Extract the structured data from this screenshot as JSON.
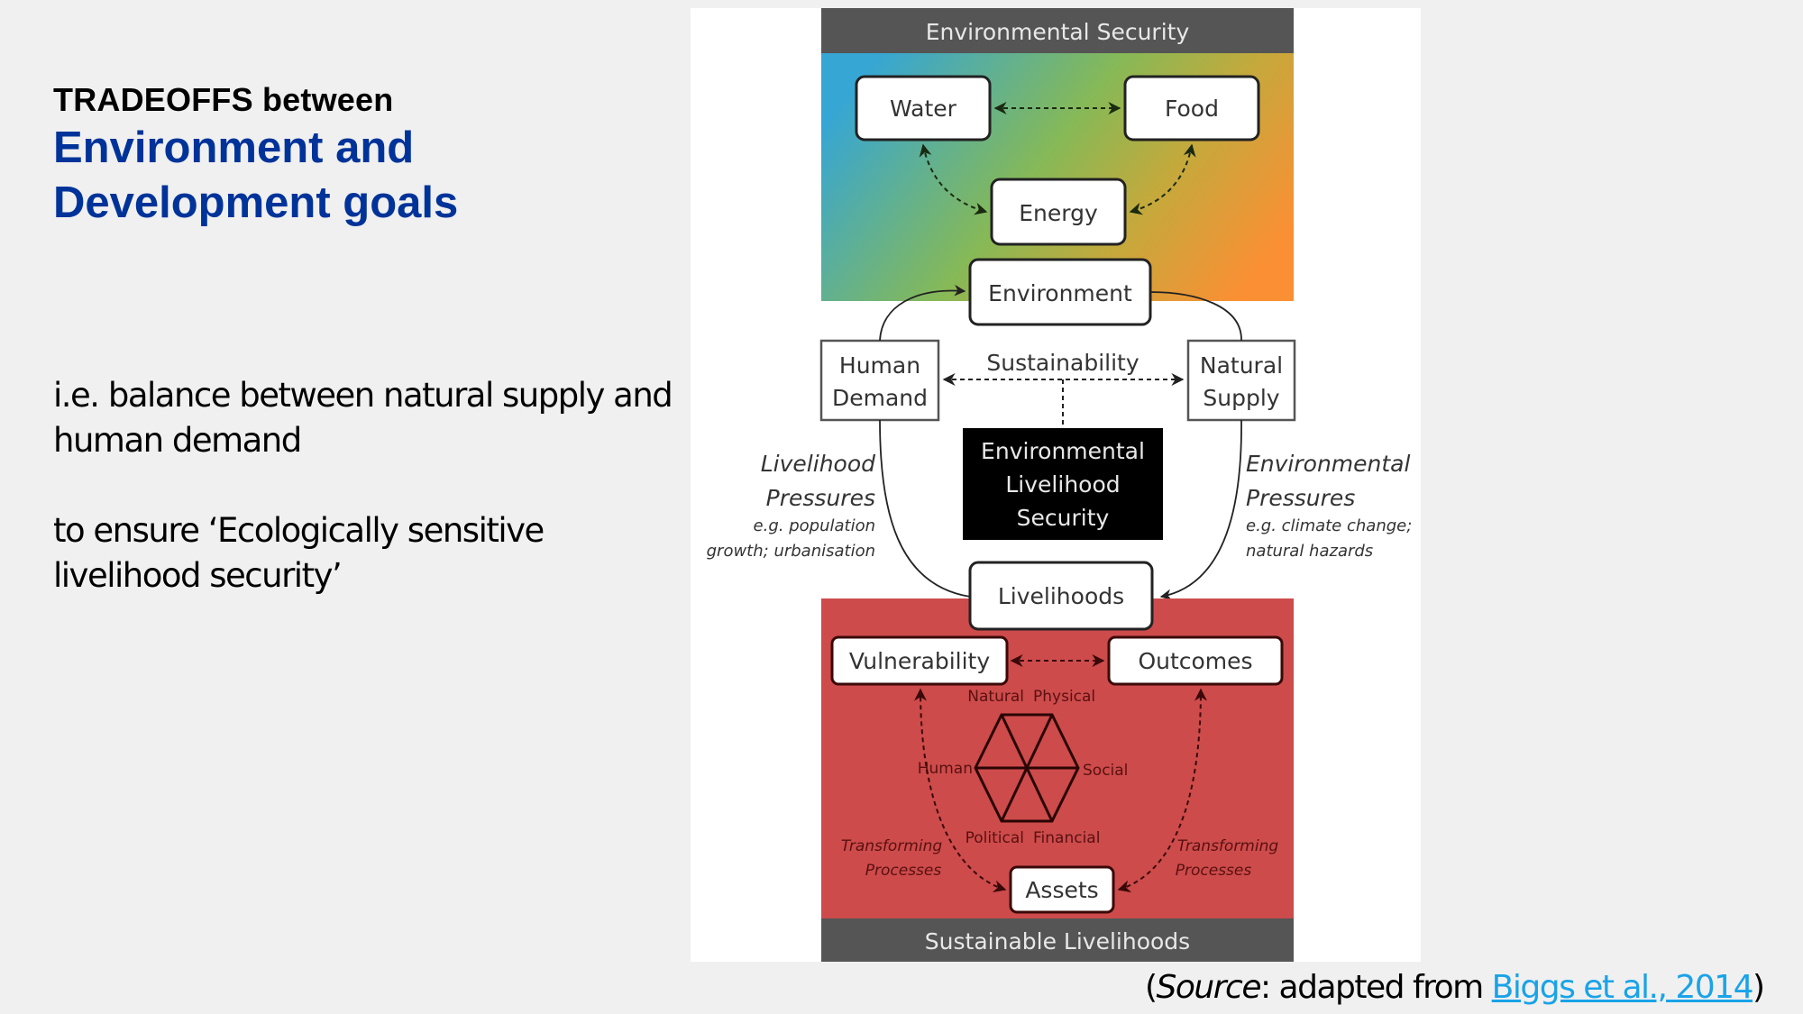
{
  "slide": {
    "heading_small": "TRADEOFFS between",
    "heading_main_line1": "Environment and",
    "heading_main_line2": "Development goals",
    "para1_line1": "i.e. balance between natural supply and",
    "para1_line2": "human demand",
    "para2_line1": "to ensure ‘Ecologically sensitive",
    "para2_line2": "livelihood security’",
    "source_open": "(",
    "source_label": "Source",
    "source_rest": ": adapted from ",
    "source_link": "Biggs et al., 2014",
    "source_close": ")"
  },
  "diagram": {
    "top_band": "Environmental Security",
    "water": "Water",
    "food": "Food",
    "energy": "Energy",
    "environment": "Environment",
    "human_demand_1": "Human",
    "human_demand_2": "Demand",
    "natural_supply_1": "Natural",
    "natural_supply_2": "Supply",
    "sustainability": "Sustainability",
    "els_1": "Environmental",
    "els_2": "Livelihood",
    "els_3": "Security",
    "lp_1": "Livelihood",
    "lp_2": "Pressures",
    "lp_3": "e.g. population",
    "lp_4": "growth; urbanisation",
    "ep_1": "Environmental",
    "ep_2": "Pressures",
    "ep_3": "e.g. climate change;",
    "ep_4": "natural hazards",
    "livelihoods": "Livelihoods",
    "vulnerability": "Vulnerability",
    "outcomes": "Outcomes",
    "cap_natural": "Natural",
    "cap_physical": "Physical",
    "cap_human": "Human",
    "cap_social": "Social",
    "cap_political": "Political",
    "cap_financial": "Financial",
    "tp_left_1": "Transforming",
    "tp_left_2": "Processes",
    "tp_right_1": "Transforming",
    "tp_right_2": "Processes",
    "assets": "Assets",
    "bottom_band": "Sustainable Livelihoods",
    "colors": {
      "band": "#555555",
      "grad_blue": "#3aa8d0",
      "grad_green": "#8cbf4a",
      "grad_orange": "#f79436",
      "red": "#cd4b4b",
      "dark_red": "#5a1010",
      "link_blue": "#1aa3e8",
      "title_blue": "#003399"
    }
  }
}
